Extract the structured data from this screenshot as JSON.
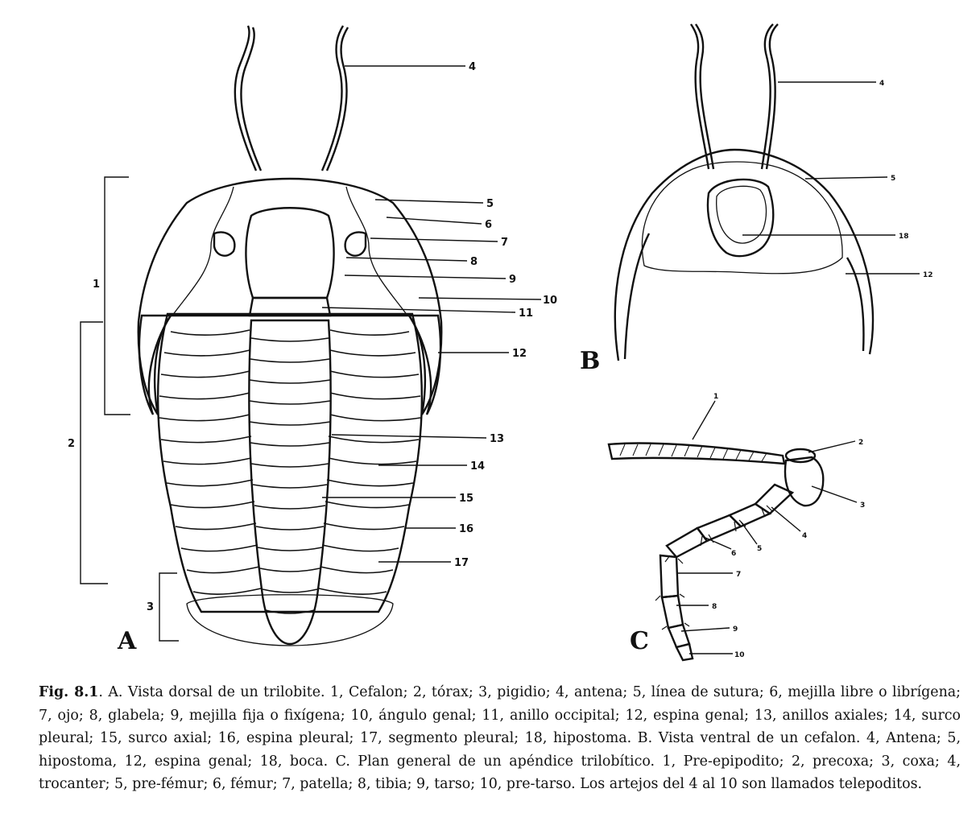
{
  "figure": {
    "panels": {
      "a": "A",
      "b": "B",
      "c": "C"
    },
    "labels_a": [
      "1",
      "2",
      "3",
      "4",
      "5",
      "6",
      "7",
      "8",
      "9",
      "10",
      "11",
      "12",
      "13",
      "14",
      "15",
      "16",
      "17"
    ],
    "labels_b": [
      "4",
      "5",
      "18",
      "12"
    ],
    "labels_c": [
      "1",
      "2",
      "3",
      "4",
      "5",
      "6",
      "7",
      "8",
      "9",
      "10"
    ]
  },
  "caption": {
    "fig_label": "Fig. 8.1",
    "text": ". A. Vista dorsal de un trilobite. 1, Cefalon; 2, tórax; 3, pigidio; 4, antena; 5, línea de sutura; 6, mejilla libre o librígena; 7, ojo; 8, glabela; 9, mejilla fija o fixígena; 10, ángulo genal; 11, anillo occipital; 12, espina genal; 13, anillos axiales; 14, surco pleural; 15, surco axial; 16, espina pleural; 17, segmento pleural; 18, hipostoma. B. Vista ventral de un cefalon. 4, Antena; 5, hipostoma, 12, espina genal; 18, boca. C. Plan general de un apéndice trilobítico. 1, Pre-epipodito; 2, precoxa; 3, coxa; 4, trocanter; 5, pre-fémur; 6, fémur; 7, patella; 8, tibia; 9, tarso; 10, pre-tarso. Los artejos del 4 al 10 son llamados telepoditos."
  }
}
